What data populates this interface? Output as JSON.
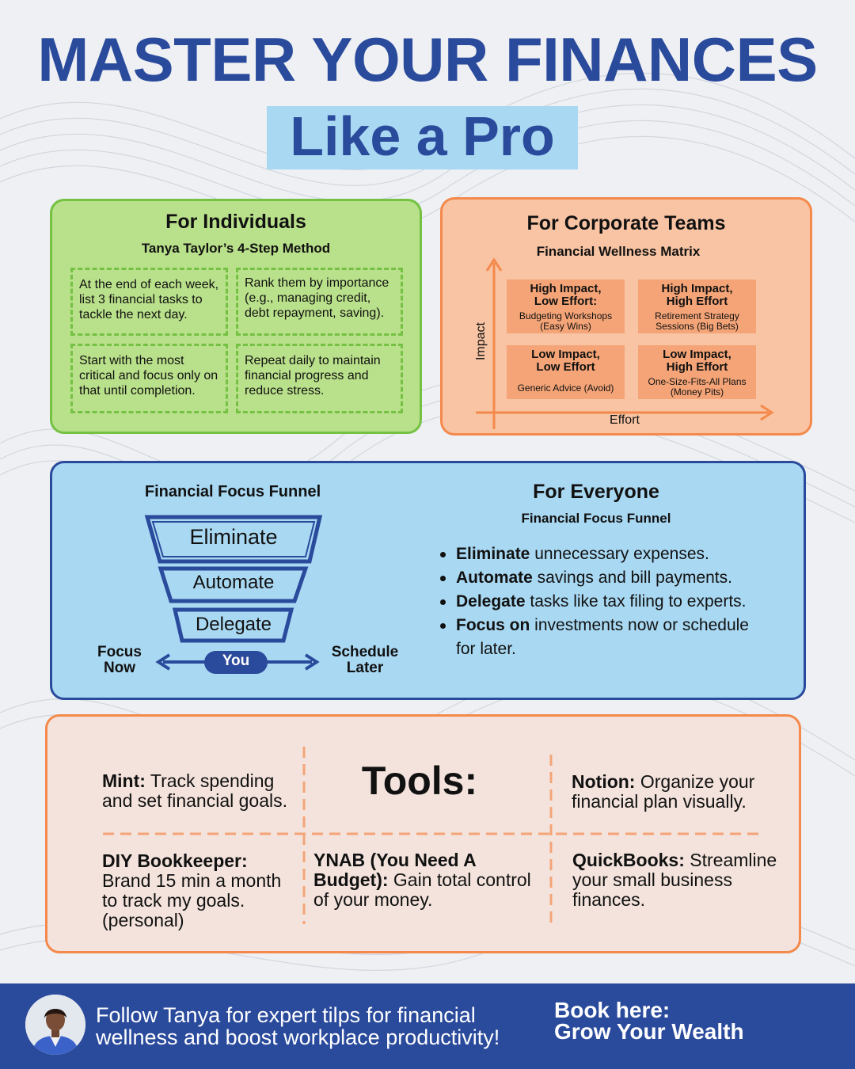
{
  "header": {
    "title": "MASTER YOUR FINANCES",
    "subtitle": "Like a Pro"
  },
  "individuals": {
    "title": "For Individuals",
    "subtitle": "Tanya Taylor’s 4-Step Method",
    "steps": [
      "At the end of each week, list 3 financial tasks to tackle the next day.",
      "Rank them by importance (e.g., managing credit, debt repayment, saving).",
      "Start with the most critical and focus only on that until completion.",
      "Repeat daily to maintain financial progress and reduce stress."
    ]
  },
  "corporate": {
    "title": "For Corporate Teams",
    "subtitle": "Financial Wellness Matrix",
    "y_axis": "Impact",
    "x_axis": "Effort",
    "cells": [
      {
        "title_line1": "High Impact,",
        "title_line2": "Low Effort:",
        "desc_line1": "Budgeting Workshops",
        "desc_line2": "(Easy Wins)"
      },
      {
        "title_line1": "High Impact,",
        "title_line2": "High Effort",
        "desc_line1": "Retirement Strategy",
        "desc_line2": "Sessions (Big Bets)"
      },
      {
        "title_line1": "Low Impact,",
        "title_line2": "Low Effort",
        "desc_line1": "Generic Advice (Avoid)",
        "desc_line2": ""
      },
      {
        "title_line1": "Low Impact,",
        "title_line2": "High Effort",
        "desc_line1": "One-Size-Fits-All Plans",
        "desc_line2": "(Money Pits)"
      }
    ]
  },
  "funnel": {
    "title": "Financial Focus Funnel",
    "levels": [
      "Eliminate",
      "Automate",
      "Delegate"
    ],
    "you_label": "You",
    "left_label_line1": "Focus",
    "left_label_line2": "Now",
    "right_label_line1": "Schedule",
    "right_label_line2": "Later"
  },
  "everyone": {
    "title": "For Everyone",
    "subtitle": "Financial Focus Funnel",
    "bullets": [
      {
        "bold": "Eliminate",
        "text": " unnecessary expenses."
      },
      {
        "bold": "Automate",
        "text": " savings and bill payments."
      },
      {
        "bold": "Delegate",
        "text": " tasks like tax filing to experts."
      },
      {
        "bold": "Focus on",
        "text": " investments now or schedule for later."
      }
    ]
  },
  "tools": {
    "title": "Tools:",
    "items": [
      {
        "name": "Mint:",
        "desc": " Track spending and set financial goals."
      },
      {
        "name": "Notion:",
        "desc": " Organize your financial plan visually."
      },
      {
        "name": "DIY Bookkeeper:",
        "desc": " Brand 15 min a month to track my goals. (personal)"
      },
      {
        "name": "YNAB (You Need A Budget):",
        "desc": " Gain total control of your money."
      },
      {
        "name": "QuickBooks:",
        "desc": " Streamline your small business finances."
      }
    ]
  },
  "footer": {
    "text": "Follow Tanya for expert tilps for financial wellness and boost workplace productivity!",
    "cta_line1": "Book here:",
    "cta_line2": "Grow Your Wealth"
  },
  "colors": {
    "brand_blue": "#2a4a9c",
    "light_blue": "#a9d8f2",
    "green": "#74c143",
    "orange": "#f4894b"
  }
}
